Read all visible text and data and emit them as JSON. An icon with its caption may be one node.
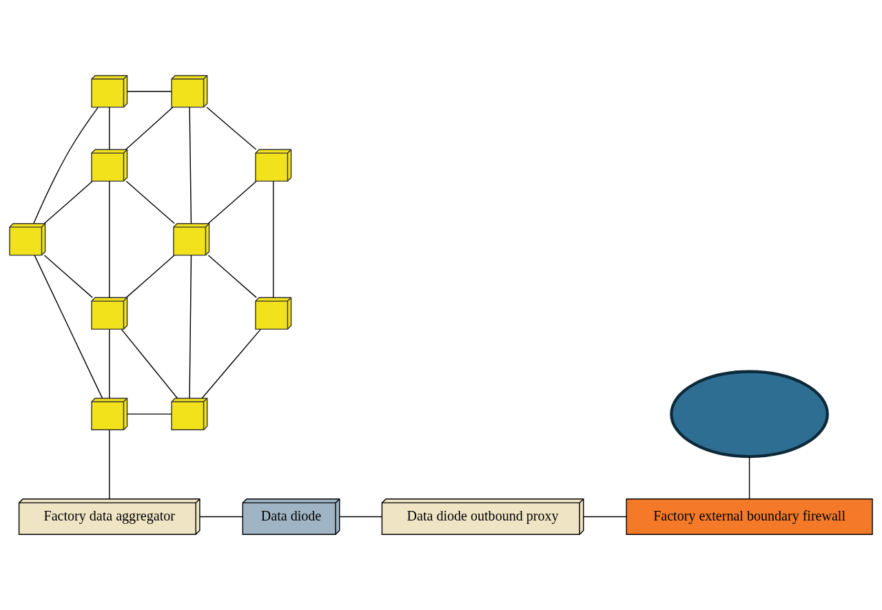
{
  "diagram": {
    "nodes": [
      {
        "text": [],
        "shape": "picture"
      },
      {
        "text": [],
        "shape": "picture"
      },
      {
        "text": [],
        "shape": "picture"
      },
      {
        "text": [],
        "shape": "picture"
      },
      {
        "text": [],
        "shape": "picture"
      },
      {
        "text": [],
        "shape": "picture"
      },
      {
        "text": [],
        "shape": "picture"
      },
      {
        "text": [],
        "shape": "picture"
      },
      {
        "text": [],
        "shape": "picture"
      },
      {
        "text": [],
        "shape": "picture"
      },
      {
        "text": [],
        "shape": "cloud"
      },
      {
        "text": [
          "Factory data aggregator"
        ]
      },
      {
        "text": [
          "Data diode"
        ]
      },
      {
        "text": [
          "Data diode outbound proxy"
        ]
      },
      {
        "text": [
          "Factory external boundary firewall"
        ]
      }
    ],
    "edges": [
      {
        "from": 0,
        "to": 1,
        "arrow": "none"
      },
      {
        "from": 0,
        "to": 2,
        "arrow": "none"
      },
      {
        "from": 0,
        "to": 4,
        "arrow": "none"
      },
      {
        "from": 1,
        "to": 2,
        "arrow": "none"
      },
      {
        "from": 1,
        "to": 3,
        "arrow": "none"
      },
      {
        "from": 1,
        "to": 5,
        "arrow": "none"
      },
      {
        "from": 2,
        "to": 4,
        "arrow": "none"
      },
      {
        "from": 2,
        "to": 6,
        "arrow": "none"
      },
      {
        "from": 2,
        "to": 5,
        "arrow": "none"
      },
      {
        "from": 3,
        "to": 5,
        "arrow": "none"
      },
      {
        "from": 3,
        "to": 7,
        "arrow": "none"
      },
      {
        "from": 4,
        "to": 6,
        "arrow": "none"
      },
      {
        "from": 4,
        "to": 8,
        "arrow": "none"
      },
      {
        "from": 5,
        "to": 6,
        "arrow": "none"
      },
      {
        "from": 5,
        "to": 7,
        "arrow": "none"
      },
      {
        "from": 5,
        "to": 9,
        "arrow": "none"
      },
      {
        "from": 6,
        "to": 8,
        "arrow": "none"
      },
      {
        "from": 6,
        "to": 9,
        "arrow": "none"
      },
      {
        "from": 7,
        "to": 9,
        "arrow": "none"
      },
      {
        "from": 8,
        "to": 9,
        "arrow": "none"
      },
      {
        "from": 8,
        "to": 11,
        "arrow": "none"
      },
      {
        "from": 11,
        "to": 12,
        "arrow": "none"
      },
      {
        "from": 12,
        "to": 13,
        "arrow": "none"
      },
      {
        "from": 13,
        "to": 14,
        "arrow": "none"
      },
      {
        "from": 14,
        "to": 10,
        "arrow": "none"
      }
    ]
  }
}
